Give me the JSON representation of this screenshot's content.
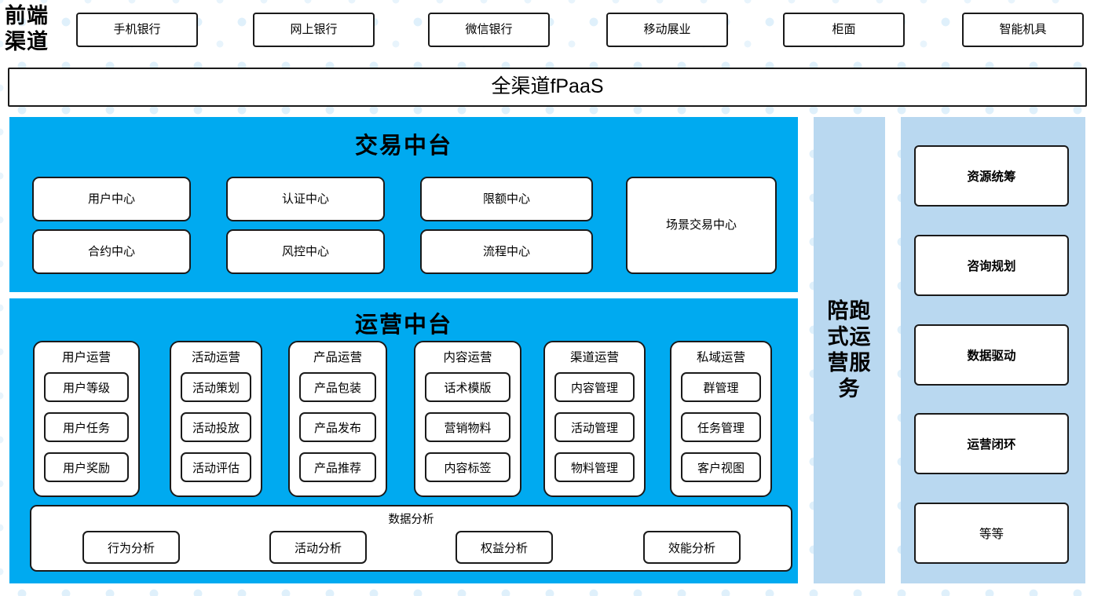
{
  "frontend": {
    "label": "前端渠道",
    "label_lines": [
      "前端",
      "渠道"
    ],
    "channels": [
      {
        "name": "手机银行"
      },
      {
        "name": "网上银行"
      },
      {
        "name": "微信银行"
      },
      {
        "name": "移动展业"
      },
      {
        "name": "柜面"
      },
      {
        "name": "智能机具"
      }
    ]
  },
  "fpaas": {
    "label": "全渠道fPaaS"
  },
  "trade_platform": {
    "title": "交易中台",
    "boxes": [
      {
        "name": "用户中心"
      },
      {
        "name": "认证中心"
      },
      {
        "name": "限额中心"
      },
      {
        "name": "合约中心"
      },
      {
        "name": "风控中心"
      },
      {
        "name": "流程中心"
      },
      {
        "name": "场景交易中心"
      }
    ]
  },
  "operation_platform": {
    "title": "运营中台",
    "columns": [
      {
        "title": "用户运营",
        "items": [
          "用户等级",
          "用户任务",
          "用户奖励"
        ]
      },
      {
        "title": "活动运营",
        "items": [
          "活动策划",
          "活动投放",
          "活动评估"
        ]
      },
      {
        "title": "产品运营",
        "items": [
          "产品包装",
          "产品发布",
          "产品推荐"
        ]
      },
      {
        "title": "内容运营",
        "items": [
          "话术模版",
          "营销物料",
          "内容标签"
        ]
      },
      {
        "title": "渠道运营",
        "items": [
          "内容管理",
          "活动管理",
          "物料管理"
        ]
      },
      {
        "title": "私域运营",
        "items": [
          "群管理",
          "任务管理",
          "客户视图"
        ]
      }
    ],
    "data_analysis": {
      "title": "数据分析",
      "items": [
        "行为分析",
        "活动分析",
        "权益分析",
        "效能分析"
      ]
    }
  },
  "companion_service": {
    "label": "陪跑式运营服务"
  },
  "service_panel": {
    "items": [
      {
        "name": "资源统筹",
        "bold": true
      },
      {
        "name": "咨询规划",
        "bold": true
      },
      {
        "name": "数据驱动",
        "bold": true
      },
      {
        "name": "运营闭环",
        "bold": true
      },
      {
        "name": "等等",
        "bold": false
      }
    ]
  },
  "colors": {
    "primary_blue": "#00AAF0",
    "panel_light_blue": "#b9d8f0",
    "border": "#1a1a1a",
    "background": "#ffffff",
    "dot": "#dff0fb"
  }
}
